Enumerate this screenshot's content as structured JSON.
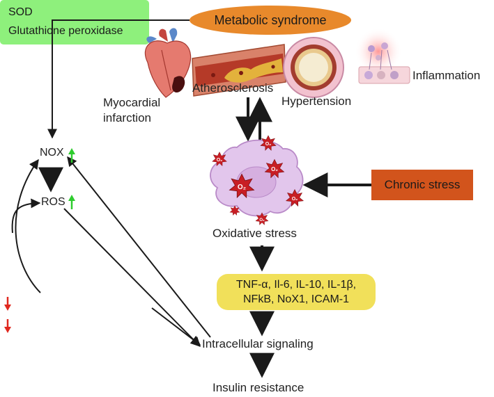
{
  "diagram": {
    "metabolic_syndrome": "Metabolic syndrome",
    "myocardial_infarction": [
      "Myocardial",
      "infarction"
    ],
    "atherosclerosis": "Atherosclerosis",
    "hypertension": "Hypertension",
    "inflammation": "Inflammation",
    "nox": "NOX",
    "ros": "ROS",
    "oxidative_stress": "Oxidative stress",
    "chronic_stress": "Chronic stress",
    "cytokines": [
      "TNF-α, Il-6, IL-10, IL-1β,",
      "NFkB, NoX1, ICAM-1"
    ],
    "antioxidants": [
      "SOD",
      "Glutathione peroxidase"
    ],
    "intracellular_signaling": "Intracellular signaling",
    "insulin_resistance": "Insulin resistance",
    "o2_symbol": "O₂"
  },
  "colors": {
    "metabolic_fill": "#e8892b",
    "chronic_fill": "#d2541c",
    "cytokine_fill": "#f1e05a",
    "antioxidant_fill": "#8ef07c",
    "up_arrow": "#2ecc2e",
    "down_arrow": "#e0281f",
    "cell_fill": "#e2c6ec",
    "radical_fill": "#c81e24"
  },
  "icons": [
    "heart-icon",
    "artery-plaque-icon",
    "vessel-cross-section-icon",
    "inflammation-cells-icon",
    "cell-icon",
    "radical-icon"
  ]
}
